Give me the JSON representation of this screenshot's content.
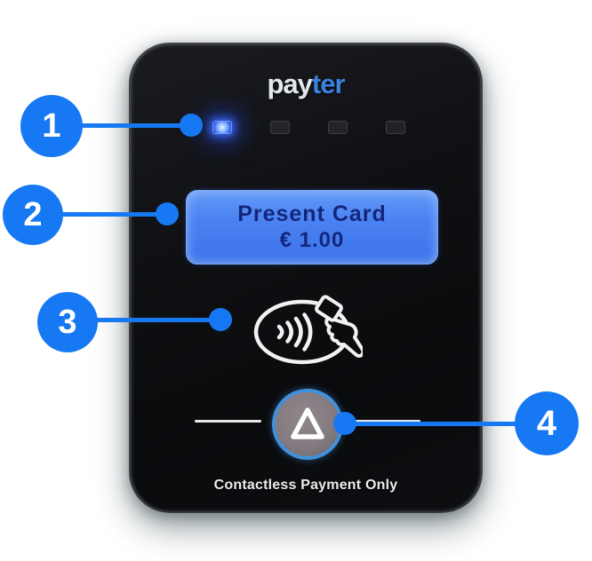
{
  "device": {
    "brand": {
      "part1": "pay",
      "part2": "ter"
    },
    "leds": [
      {
        "state": "on"
      },
      {
        "state": "off"
      },
      {
        "state": "off"
      },
      {
        "state": "off"
      }
    ],
    "display": {
      "line1": "Present Card",
      "line2": "€ 1.00"
    },
    "footer_label": "Contactless Payment Only"
  },
  "callouts": [
    {
      "number": "1"
    },
    {
      "number": "2"
    },
    {
      "number": "3"
    },
    {
      "number": "4"
    }
  ],
  "colors": {
    "annotation_blue": "#1679f3",
    "brand_blue": "#3b82dd",
    "lcd_blue": "#4a82f2",
    "lcd_text": "#14267c",
    "button_ring_blue": "#4191dc",
    "button_face_gray": "#847b81",
    "led_on_blue": "#3a6cf0",
    "device_black": "#0d0e11"
  }
}
